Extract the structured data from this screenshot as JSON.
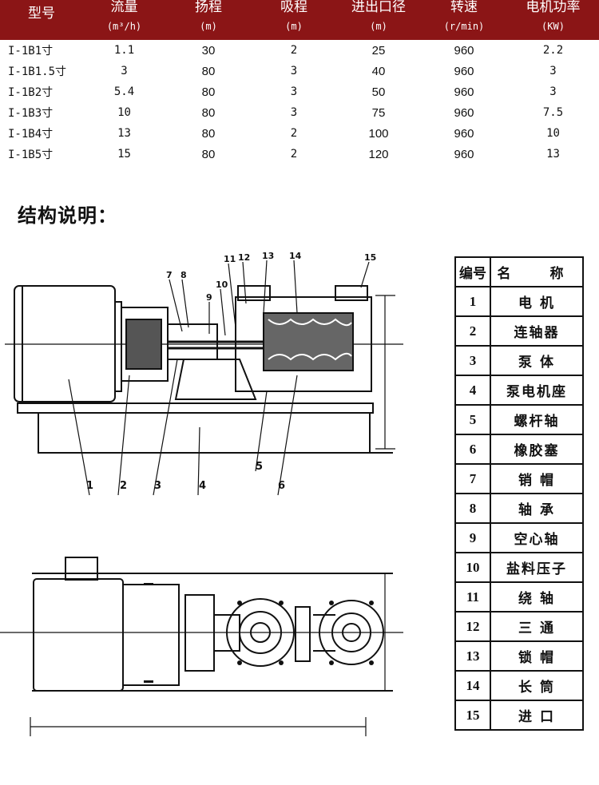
{
  "spec_table": {
    "headers": [
      {
        "line1": "型号",
        "line2": ""
      },
      {
        "line1": "流量",
        "line2": "(m³/h)"
      },
      {
        "line1": "扬程",
        "line2": "(m)"
      },
      {
        "line1": "吸程",
        "line2": "(m)"
      },
      {
        "line1": "进出口径",
        "line2": "(m)"
      },
      {
        "line1": "转速",
        "line2": "(r/min)"
      },
      {
        "line1": "电机功率",
        "line2": "(KW)"
      }
    ],
    "rows": [
      [
        "I-1B1寸",
        "1.1",
        "30",
        "2",
        "25",
        "960",
        "2.2"
      ],
      [
        "I-1B1.5寸",
        "3",
        "80",
        "3",
        "40",
        "960",
        "3"
      ],
      [
        "I-1B2寸",
        "5.4",
        "80",
        "3",
        "50",
        "960",
        "3"
      ],
      [
        "I-1B3寸",
        "10",
        "80",
        "3",
        "75",
        "960",
        "7.5"
      ],
      [
        "I-1B4寸",
        "13",
        "80",
        "2",
        "100",
        "960",
        "10"
      ],
      [
        "I-1B5寸",
        "15",
        "80",
        "2",
        "120",
        "960",
        "13"
      ]
    ]
  },
  "section_title": "结构说明：",
  "drawing_labels": {
    "top_callouts": [
      "1",
      "2",
      "3",
      "4",
      "5",
      "6"
    ],
    "upper_callouts": [
      "7",
      "8",
      "9",
      "10",
      "11",
      "12",
      "13",
      "14",
      "15"
    ]
  },
  "parts_table": {
    "header": {
      "num": "编号",
      "name": "名　称"
    },
    "rows": [
      {
        "num": "1",
        "name": "电 机"
      },
      {
        "num": "2",
        "name": "连轴器"
      },
      {
        "num": "3",
        "name": "泵 体"
      },
      {
        "num": "4",
        "name": "泵电机座"
      },
      {
        "num": "5",
        "name": "螺杆轴"
      },
      {
        "num": "6",
        "name": "橡胶塞"
      },
      {
        "num": "7",
        "name": "销 帽"
      },
      {
        "num": "8",
        "name": "轴 承"
      },
      {
        "num": "9",
        "name": "空心轴"
      },
      {
        "num": "10",
        "name": "盐料压子"
      },
      {
        "num": "11",
        "name": "绕 轴"
      },
      {
        "num": "12",
        "name": "三 通"
      },
      {
        "num": "13",
        "name": "锁 帽"
      },
      {
        "num": "14",
        "name": "长 筒"
      },
      {
        "num": "15",
        "name": "进 口"
      }
    ]
  }
}
